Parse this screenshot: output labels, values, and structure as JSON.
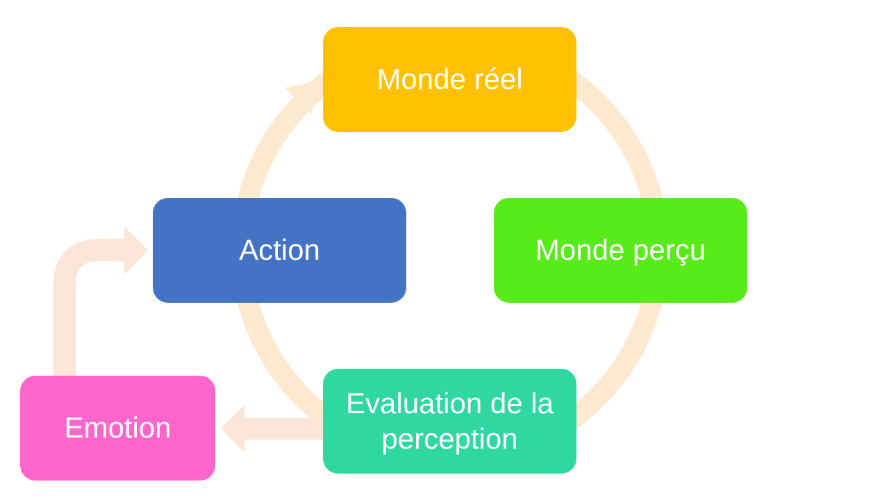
{
  "nodes": {
    "monde_reel": "Monde réel",
    "monde_percu": "Monde perçu",
    "evaluation": "Evaluation de la perception",
    "action": "Action",
    "emotion": "Emotion"
  },
  "colors": {
    "monde_reel": "#FFC000",
    "monde_percu": "#58EB1A",
    "evaluation": "#2ED8A0",
    "action": "#4472C4",
    "emotion": "#FF66CC",
    "cycle_arrow": "#FDE9CF",
    "side_arrow": "#FBE5D6"
  }
}
